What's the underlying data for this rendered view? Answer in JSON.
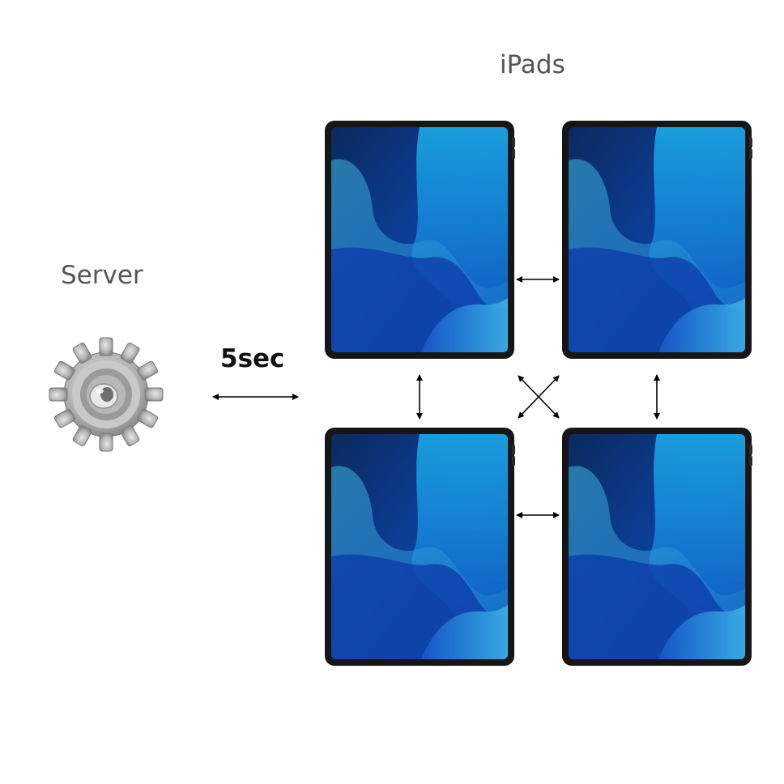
{
  "labels": {
    "ipads": "iPads",
    "server": "Server",
    "interval": "5sec"
  },
  "icons": {
    "server": "gear-icon",
    "device": "ipad-icon"
  },
  "colors": {
    "device_frame": "#1a1a1a",
    "screen_dark": "#0a2a5e",
    "screen_accent": "#1f8fd8",
    "arrow": "#000000",
    "label_text": "#555555"
  }
}
